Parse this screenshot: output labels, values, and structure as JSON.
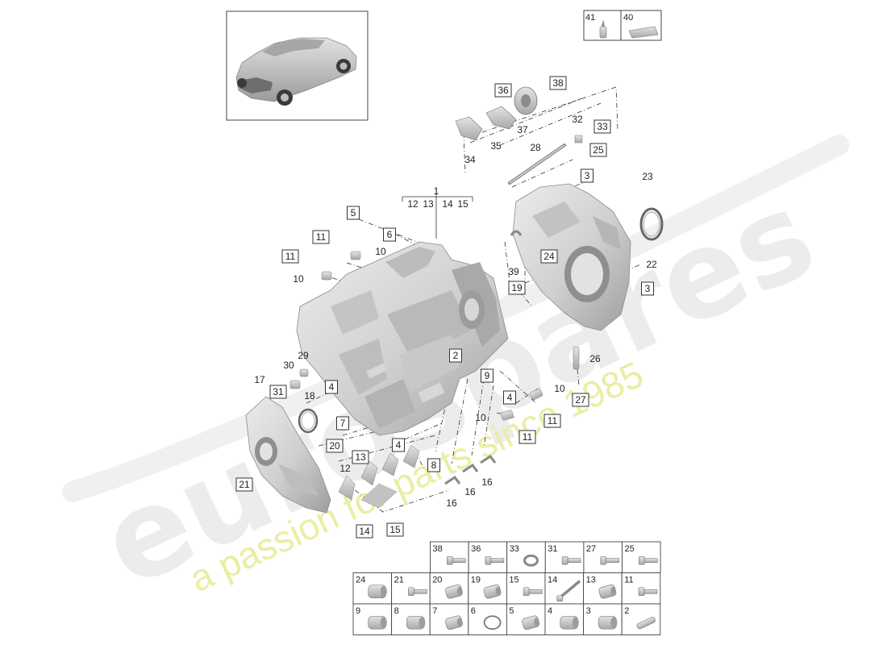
{
  "watermark": {
    "logo_text": "eurospares",
    "tagline": "a passion for parts since 1985"
  },
  "callouts": [
    {
      "id": "c1",
      "text": "1",
      "boxed": false
    },
    {
      "id": "c2",
      "text": "2",
      "boxed": true
    },
    {
      "id": "c3a",
      "text": "3",
      "boxed": true
    },
    {
      "id": "c3b",
      "text": "3",
      "boxed": true
    },
    {
      "id": "c4a",
      "text": "4",
      "boxed": true
    },
    {
      "id": "c4b",
      "text": "4",
      "boxed": true
    },
    {
      "id": "c4c",
      "text": "4",
      "boxed": true
    },
    {
      "id": "c5",
      "text": "5",
      "boxed": true
    },
    {
      "id": "c6",
      "text": "6",
      "boxed": true
    },
    {
      "id": "c7",
      "text": "7",
      "boxed": true
    },
    {
      "id": "c8",
      "text": "8",
      "boxed": true
    },
    {
      "id": "c9",
      "text": "9",
      "boxed": true
    },
    {
      "id": "c10a",
      "text": "10",
      "boxed": false
    },
    {
      "id": "c10b",
      "text": "10",
      "boxed": false
    },
    {
      "id": "c10c",
      "text": "10",
      "boxed": false
    },
    {
      "id": "c10d",
      "text": "10",
      "boxed": false
    },
    {
      "id": "c11a",
      "text": "11",
      "boxed": true
    },
    {
      "id": "c11b",
      "text": "11",
      "boxed": true
    },
    {
      "id": "c11c",
      "text": "11",
      "boxed": true
    },
    {
      "id": "c11d",
      "text": "11",
      "boxed": true
    },
    {
      "id": "c12a",
      "text": "12",
      "boxed": false
    },
    {
      "id": "c12b",
      "text": "12",
      "boxed": false
    },
    {
      "id": "c13a",
      "text": "13",
      "boxed": false
    },
    {
      "id": "c13b",
      "text": "13",
      "boxed": true
    },
    {
      "id": "c14a",
      "text": "14",
      "boxed": false
    },
    {
      "id": "c14b",
      "text": "14",
      "boxed": true
    },
    {
      "id": "c15a",
      "text": "15",
      "boxed": false
    },
    {
      "id": "c15b",
      "text": "15",
      "boxed": true
    },
    {
      "id": "c16a",
      "text": "16",
      "boxed": false
    },
    {
      "id": "c16b",
      "text": "16",
      "boxed": false
    },
    {
      "id": "c16c",
      "text": "16",
      "boxed": false
    },
    {
      "id": "c17",
      "text": "17",
      "boxed": false
    },
    {
      "id": "c18",
      "text": "18",
      "boxed": false
    },
    {
      "id": "c19",
      "text": "19",
      "boxed": true
    },
    {
      "id": "c20",
      "text": "20",
      "boxed": true
    },
    {
      "id": "c21",
      "text": "21",
      "boxed": true
    },
    {
      "id": "c22",
      "text": "22",
      "boxed": false
    },
    {
      "id": "c23",
      "text": "23",
      "boxed": false
    },
    {
      "id": "c24",
      "text": "24",
      "boxed": true
    },
    {
      "id": "c25",
      "text": "25",
      "boxed": true
    },
    {
      "id": "c26",
      "text": "26",
      "boxed": false
    },
    {
      "id": "c27",
      "text": "27",
      "boxed": true
    },
    {
      "id": "c28",
      "text": "28",
      "boxed": false
    },
    {
      "id": "c29",
      "text": "29",
      "boxed": false
    },
    {
      "id": "c30",
      "text": "30",
      "boxed": false
    },
    {
      "id": "c31",
      "text": "31",
      "boxed": true
    },
    {
      "id": "c32",
      "text": "32",
      "boxed": false
    },
    {
      "id": "c33",
      "text": "33",
      "boxed": true
    },
    {
      "id": "c34",
      "text": "34",
      "boxed": false
    },
    {
      "id": "c35",
      "text": "35",
      "boxed": false
    },
    {
      "id": "c36",
      "text": "36",
      "boxed": true
    },
    {
      "id": "c37",
      "text": "37",
      "boxed": false
    },
    {
      "id": "c38",
      "text": "38",
      "boxed": true
    },
    {
      "id": "c39",
      "text": "39",
      "boxed": false
    }
  ],
  "top_legend": [
    {
      "num": "41",
      "icon": "sealant-tube-icon"
    },
    {
      "num": "40",
      "icon": "sealing-tape-icon"
    }
  ],
  "hardware_legend": [
    {
      "num": "38",
      "icon": "bolt-icon"
    },
    {
      "num": "36",
      "icon": "bolt-icon"
    },
    {
      "num": "33",
      "icon": "washer-icon"
    },
    {
      "num": "31",
      "icon": "bolt-icon"
    },
    {
      "num": "27",
      "icon": "bolt-icon"
    },
    {
      "num": "25",
      "icon": "bolt-icon"
    },
    {
      "num": "24",
      "icon": "sleeve-icon"
    },
    {
      "num": "21",
      "icon": "bolt-icon"
    },
    {
      "num": "20",
      "icon": "plug-icon"
    },
    {
      "num": "19",
      "icon": "plug-icon"
    },
    {
      "num": "15",
      "icon": "bolt-icon"
    },
    {
      "num": "14",
      "icon": "long-bolt-icon"
    },
    {
      "num": "13",
      "icon": "plug-icon"
    },
    {
      "num": "11",
      "icon": "bolt-icon"
    },
    {
      "num": "9",
      "icon": "sleeve-icon"
    },
    {
      "num": "8",
      "icon": "sleeve-icon"
    },
    {
      "num": "7",
      "icon": "plug-icon"
    },
    {
      "num": "6",
      "icon": "o-ring-icon"
    },
    {
      "num": "5",
      "icon": "plug-icon"
    },
    {
      "num": "4",
      "icon": "sleeve-icon"
    },
    {
      "num": "3",
      "icon": "sleeve-icon"
    },
    {
      "num": "2",
      "icon": "pin-icon"
    }
  ],
  "colors": {
    "ink": "#222222",
    "part_fill": "#d3d3d3",
    "part_shadow": "#a9a9a9",
    "watermark": "#eeeeee",
    "tagline": "#e8ec9c"
  }
}
